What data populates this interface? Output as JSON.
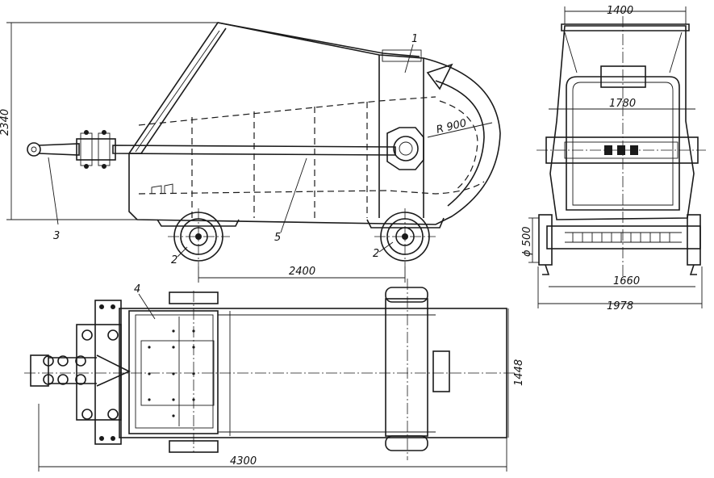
{
  "colors": {
    "ink": "#1a1a1a",
    "paper": "#ffffff"
  },
  "side_view": {
    "callouts": {
      "c1": "1",
      "c2a": "2",
      "c2b": "2",
      "c3": "3",
      "c5": "5"
    },
    "dims": {
      "height": "2340",
      "radius": "R 900",
      "wheelbase": "2400"
    }
  },
  "end_view": {
    "dims": {
      "top_width": "1400",
      "frame_width": "1780",
      "wheel_dia": "ϕ 500",
      "axle_width": "1660",
      "overall_width": "1978"
    }
  },
  "plan_view": {
    "callouts": {
      "c4": "4"
    },
    "dims": {
      "length": "4300",
      "width": "1448"
    }
  }
}
